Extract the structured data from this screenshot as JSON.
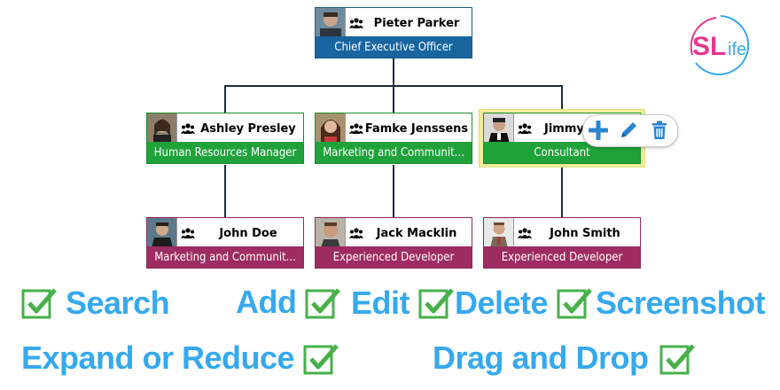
{
  "logo": {
    "prefix": "SL",
    "suffix": "ife"
  },
  "org_chart": {
    "root": {
      "name": "Pieter Parker",
      "title": "Chief Executive Officer"
    },
    "level1": [
      {
        "name": "Ashley Presley",
        "title": "Human Resources Manager"
      },
      {
        "name": "Famke Jenssens",
        "title": "Marketing and Communit..."
      },
      {
        "name": "Jimmy",
        "title": "Consultant"
      }
    ],
    "level2": [
      {
        "name": "John Doe",
        "title": "Marketing and Communit..."
      },
      {
        "name": "Jack Macklin",
        "title": "Experienced Developer"
      },
      {
        "name": "John Smith",
        "title": "Experienced Developer"
      }
    ]
  },
  "node_toolbar": {
    "add": "add-icon",
    "edit": "pencil-icon",
    "delete": "trash-icon"
  },
  "features": {
    "search": "Search",
    "add": "Add",
    "edit": "Edit",
    "delete": "Delete",
    "screenshot": "Screenshot",
    "expand": "Expand or Reduce",
    "drag": "Drag and Drop"
  },
  "colors": {
    "ceo_title_bar": "#1865a0",
    "manager_title_bar": "#1fa23a",
    "staff_title_bar": "#9e2c62",
    "feature_text": "#36a9ee",
    "check": "#47b04a",
    "selected_highlight": "#f0ec9c"
  }
}
